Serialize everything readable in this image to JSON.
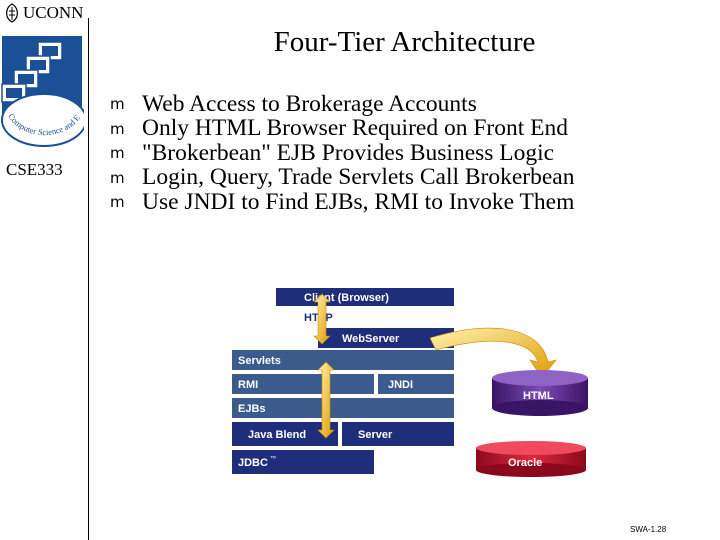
{
  "header": {
    "university": "UCONN",
    "course": "CSE333",
    "logo_text": "Computer Science and Engineering"
  },
  "slide": {
    "title": "Four-Tier Architecture",
    "bullets": [
      "Web Access to Brokerage Accounts",
      "Only HTML Browser Required on Front End",
      "\"Brokerbean\" EJB Provides Business Logic",
      "Login, Query, Trade Servlets Call Brokerbean",
      "Use JNDI to Find EJBs, RMI to Invoke Them"
    ],
    "bullet_glyph": "m"
  },
  "diagram": {
    "client": "Client (Browser)",
    "http": "HTTP",
    "webserver": "WebServer",
    "servlets": "Servlets",
    "rmi": "RMI",
    "jndi": "JNDI",
    "ejbs": "EJBs",
    "java_blend": "Java Blend",
    "server": "Server",
    "jdbc": "JDBC",
    "jdbc_tm": "™",
    "html_cyl": "HTML",
    "oracle_cyl": "Oracle",
    "colors": {
      "dark_blue": "#1f2e7a",
      "mid_blue": "#3b5b8c",
      "light_blue": "#6f86ad",
      "purple": "#5b2c8c",
      "red": "#c8102e",
      "orange": "#f2a900"
    }
  },
  "footer": {
    "code": "SWA-1.28"
  }
}
